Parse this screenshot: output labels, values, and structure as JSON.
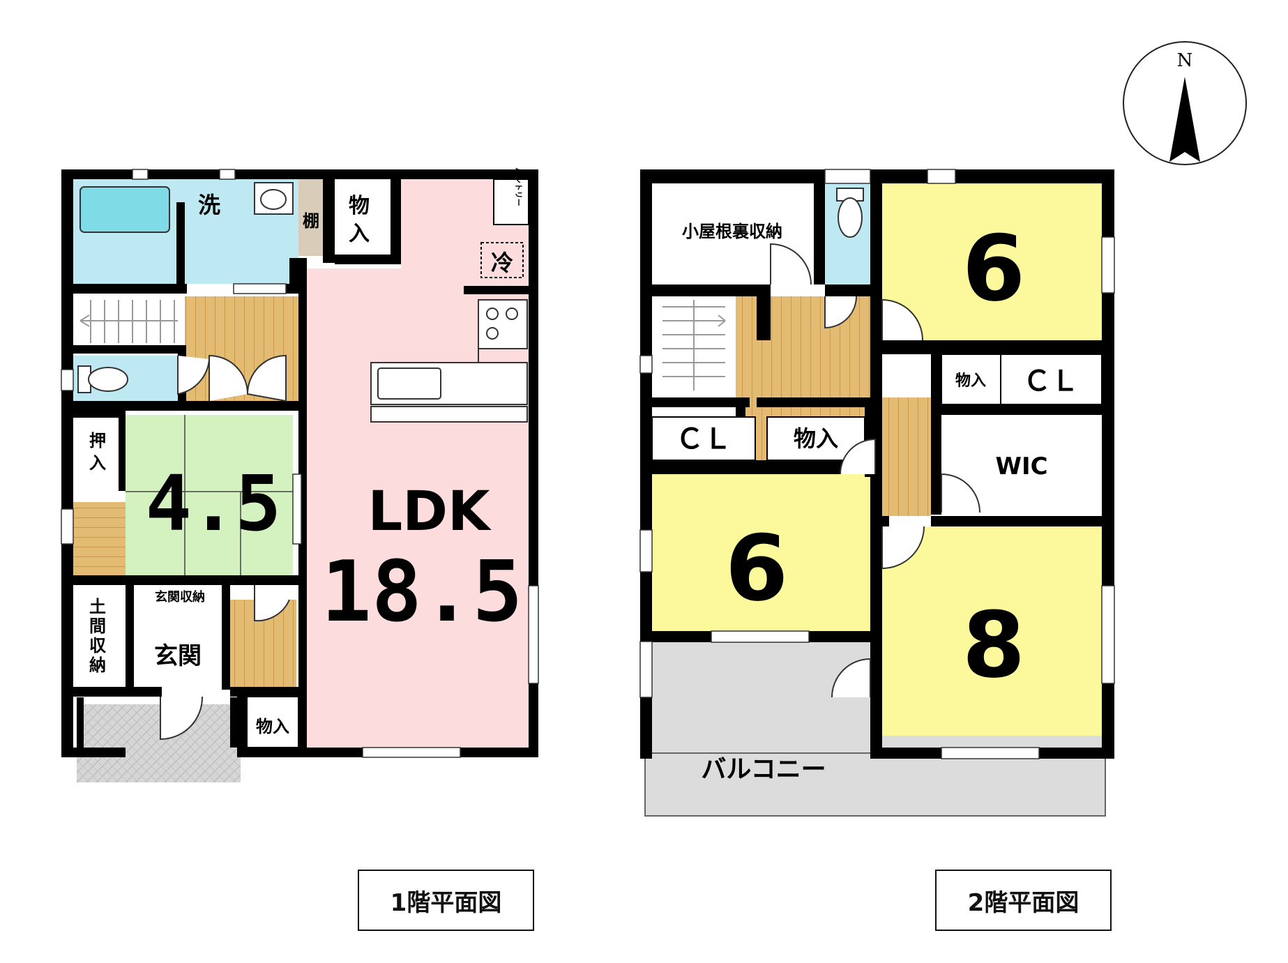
{
  "colors": {
    "wall": "#000000",
    "wet_area": "#bfe9f2",
    "ldk": "#fcdcdc",
    "tatami": "#d4f2c0",
    "bedroom": "#fbf99c",
    "wood_floor": "#e3bb73",
    "storage": "#ffffff",
    "balcony": "#dcdcdc",
    "entrance_tile": "#d6d6d6",
    "shelf": "#d9ccb8"
  },
  "compass": {
    "north_label": "N"
  },
  "floor1": {
    "caption": "1階平面図",
    "rooms": {
      "wash": "洗",
      "shelf": "棚",
      "storage_top": [
        "物",
        "入"
      ],
      "pantry": "パントリー",
      "fridge": "冷",
      "oshiire": [
        "押",
        "入"
      ],
      "japanese_room_size": "4.5",
      "ldk_label": "LDK",
      "ldk_size": "18.5",
      "genkan_storage": "玄関収納",
      "doma_storage": [
        "土",
        "間",
        "収",
        "納"
      ],
      "genkan": "玄関",
      "storage_bottom": "物入"
    }
  },
  "floor2": {
    "caption": "2階平面図",
    "rooms": {
      "attic_storage": "小屋根裏収納",
      "bedroom_ne_size": "6",
      "storage_small": "物入",
      "closet_right": "ＣＬ",
      "closet_left": "ＣＬ",
      "storage_mid": "物入",
      "wic": "WIC",
      "bedroom_w_size": "6",
      "bedroom_se_size": "8",
      "balcony": "バルコニー"
    }
  }
}
